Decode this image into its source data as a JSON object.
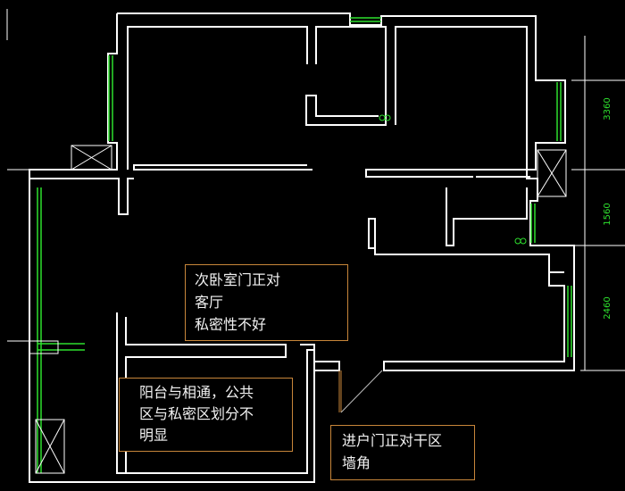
{
  "annotations": {
    "bedroom_door": {
      "lines": [
        "次卧室门正对",
        "客厅",
        "私密性不好"
      ]
    },
    "balcony": {
      "lines": [
        "阳台与相通，公共",
        "区与私密区划分不",
        "明显"
      ]
    },
    "entrance": {
      "lines": [
        "进户门正对干区",
        "墙角"
      ]
    }
  },
  "dimensions": [
    "3360",
    "1560",
    "2460"
  ],
  "colors": {
    "wall": "#ffffff",
    "window": "#2ee02e",
    "note_border": "#c8863a",
    "background": "#000000"
  }
}
